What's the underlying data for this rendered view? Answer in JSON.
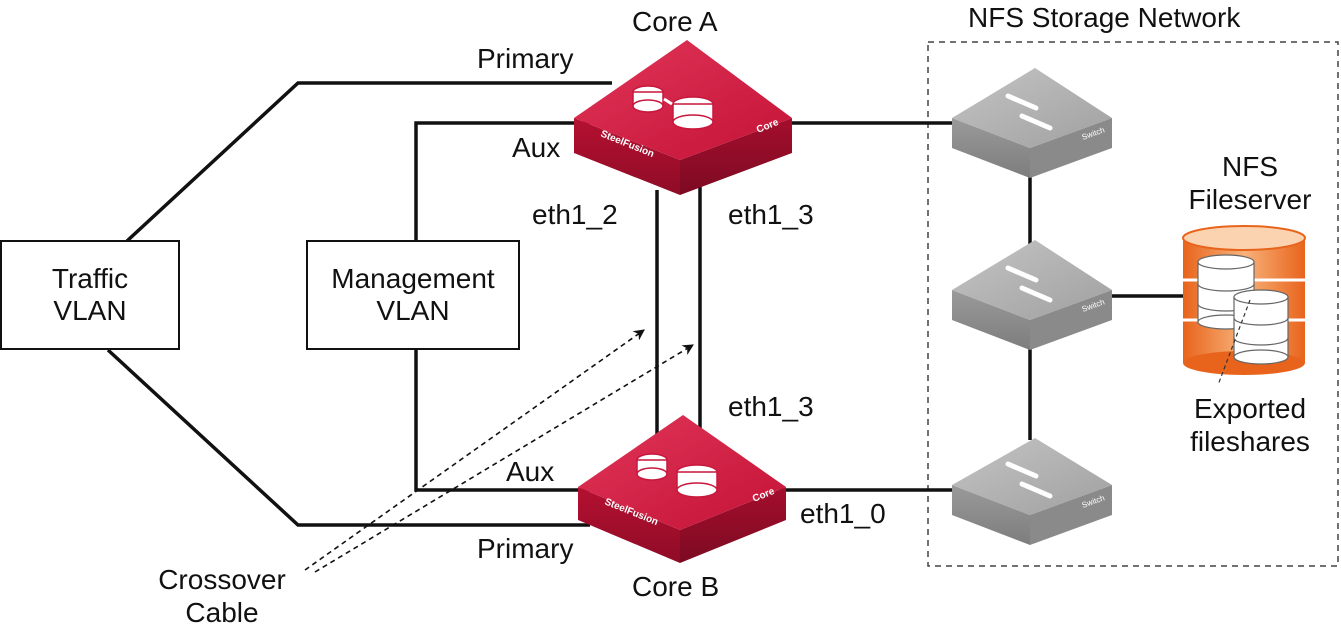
{
  "core_a": {
    "title": "Core A",
    "brand": "SteelFusion",
    "role": "Core"
  },
  "core_b": {
    "title": "Core B",
    "brand": "SteelFusion",
    "role": "Core"
  },
  "traffic_vlan": {
    "line1": "Traffic",
    "line2": "VLAN"
  },
  "management_vlan": {
    "line1": "Management",
    "line2": "VLAN"
  },
  "links": {
    "primary_top": "Primary",
    "primary_bottom": "Primary",
    "aux_top": "Aux",
    "aux_bottom": "Aux",
    "eth1_2": "eth1_2",
    "eth1_3_top": "eth1_3",
    "eth1_3_bottom": "eth1_3",
    "eth1_0": "eth1_0"
  },
  "crossover": {
    "line1": "Crossover",
    "line2": "Cable"
  },
  "nfs_network": {
    "title": "NFS Storage Network"
  },
  "switches": [
    {
      "label": "Switch"
    },
    {
      "label": "Switch"
    },
    {
      "label": "Switch"
    }
  ],
  "fileserver": {
    "line1": "NFS",
    "line2": "Fileserver"
  },
  "exported": {
    "line1": "Exported",
    "line2": "fileshares"
  },
  "colors": {
    "core_red": "#c8173c",
    "core_top": "#d82a4c",
    "switch_gray": "#a9a9a9",
    "fileserver_orange": "#f07a2a",
    "line": "#111111"
  }
}
